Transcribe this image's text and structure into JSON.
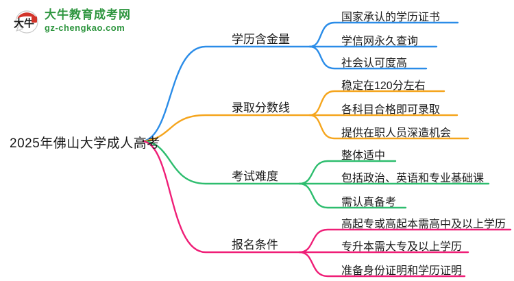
{
  "logo": {
    "icon_text": "大牛",
    "site_name": "大牛教育成考网",
    "site_domain": "gz-chengkao.com",
    "brand_green": "#2f9640",
    "seal_red": "#d2342a"
  },
  "mindmap": {
    "root": "2025年佛山大学成人高考",
    "branches": [
      {
        "label": "学历含金量",
        "color": "#2a8ce8",
        "children": [
          "国家承认的学历证书",
          "学信网永久查询",
          "社会认可度高"
        ]
      },
      {
        "label": "录取分数线",
        "color": "#f5a51d",
        "children": [
          "稳定在120分左右",
          "各科目合格即可录取",
          "提供在职人员深造机会"
        ]
      },
      {
        "label": "考试难度",
        "color": "#2dbd6e",
        "children": [
          "整体适中",
          "包括政治、英语和专业基础课",
          "需认真备考"
        ]
      },
      {
        "label": "报名条件",
        "color": "#ef1e77",
        "children": [
          "高起专或高起本需高中及以上学历",
          "专升本需大专及以上学历",
          "准备身份证明和学历证明"
        ]
      }
    ]
  }
}
